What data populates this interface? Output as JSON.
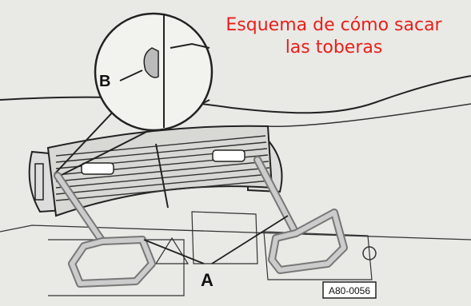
{
  "overlay_title": {
    "line1": "Esquema de cómo sacar",
    "line2": "las toberas",
    "color": "#e8201a"
  },
  "labels": {
    "tool": "A",
    "detail": "B"
  },
  "figure_code": "A80-0056"
}
